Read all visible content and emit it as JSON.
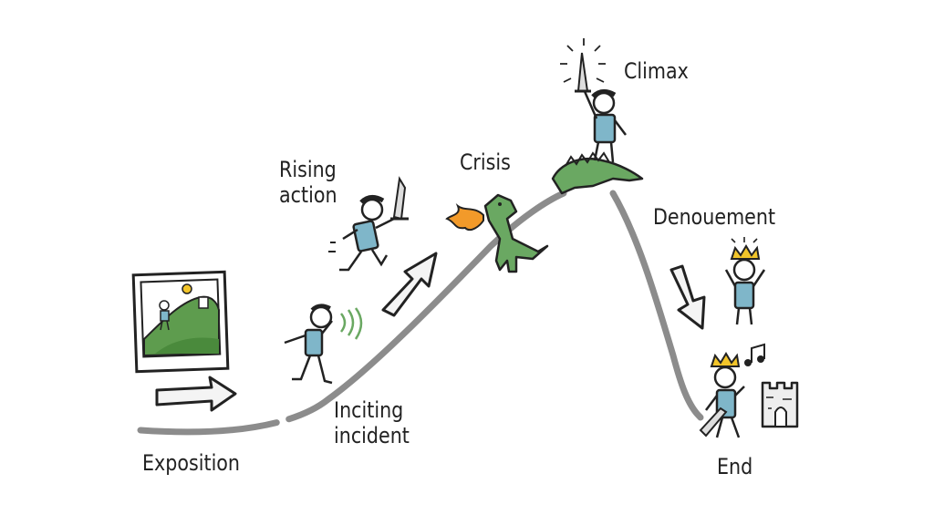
{
  "diagram": {
    "stages": {
      "exposition": "Exposition",
      "inciting": [
        "Inciting",
        "incident"
      ],
      "rising": [
        "Rising",
        "action"
      ],
      "crisis": "Crisis",
      "climax": "Climax",
      "denouement": "Denouement",
      "end": "End"
    },
    "colors": {
      "curve": "#8c8c8c",
      "ink": "#222222",
      "shirt": "#7fb6c9",
      "dragon": "#6aa862",
      "hill": "#5e9c4e",
      "crown": "#f2c52a",
      "flame": "#f29a2a",
      "arrow_fill": "#f4f4f4"
    }
  }
}
